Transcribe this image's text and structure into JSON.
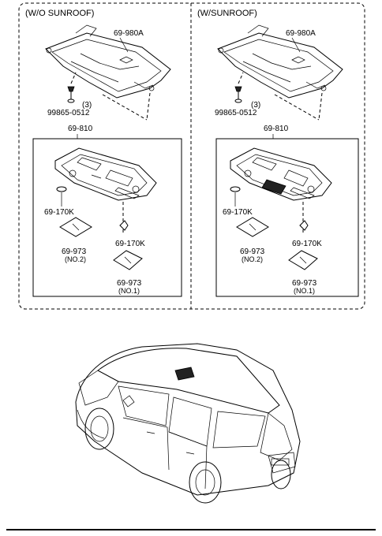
{
  "panels": [
    {
      "header": "(W/O SUNROOF)",
      "lid": "69-980A",
      "screw_qty": "(3)",
      "screw_part": "99865-0512",
      "console": "69-810",
      "lens_upper": "69-170K",
      "lens_lower": "69-170K",
      "lamp2_part": "69-973",
      "lamp2_note": "(NO.2)",
      "lamp1_part": "69-973",
      "lamp1_note": "(NO.1)"
    },
    {
      "header": "(W/SUNROOF)",
      "lid": "69-980A",
      "screw_qty": "(3)",
      "screw_part": "99865-0512",
      "console": "69-810",
      "lens_upper": "69-170K",
      "lens_lower": "69-170K",
      "lamp2_part": "69-973",
      "lamp2_note": "(NO.2)",
      "lamp1_part": "69-973",
      "lamp1_note": "(NO.1)"
    }
  ]
}
